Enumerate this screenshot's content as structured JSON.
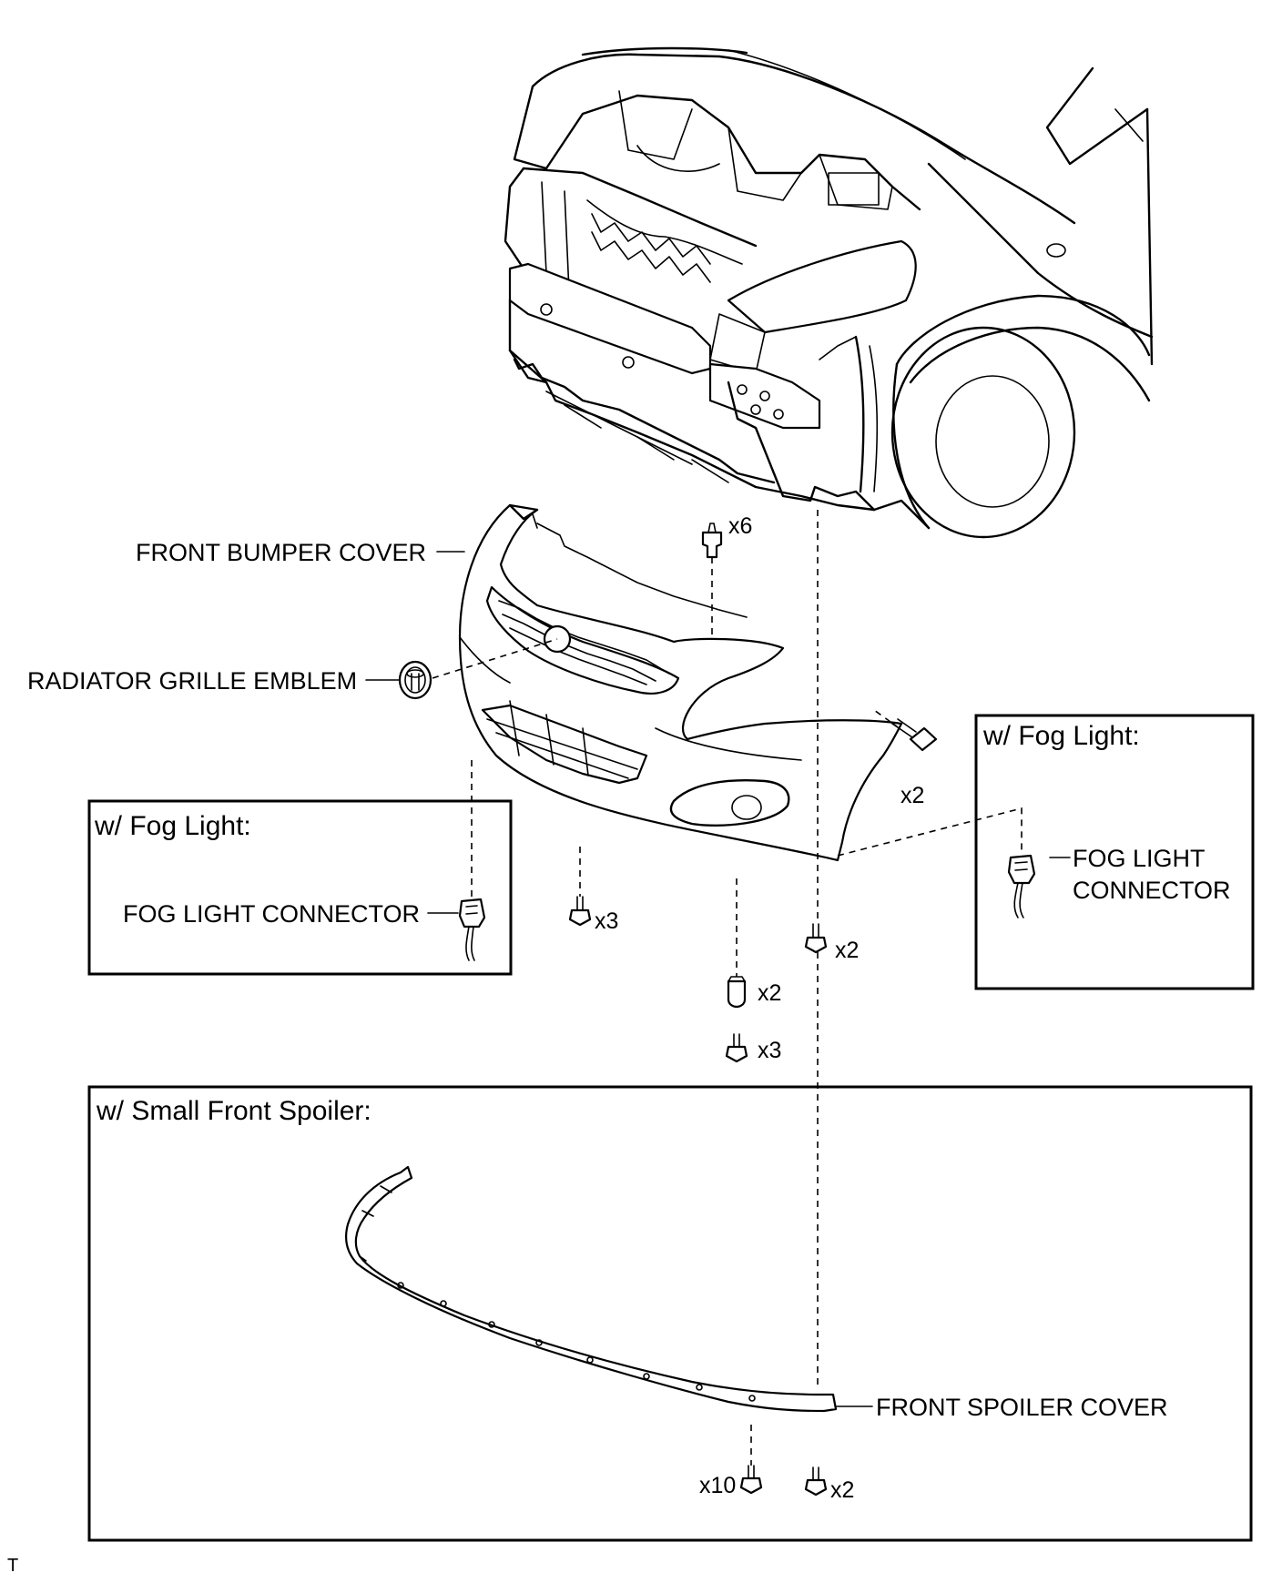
{
  "labels": {
    "front_bumper_cover": "FRONT BUMPER COVER",
    "radiator_grille_emblem": "RADIATOR GRILLE EMBLEM",
    "fog_light_connector_left": "FOG LIGHT CONNECTOR",
    "fog_light_connector_right_line1": "FOG LIGHT",
    "fog_light_connector_right_line2": "CONNECTOR",
    "front_spoiler_cover": "FRONT SPOILER COVER"
  },
  "boxes": {
    "fog_left_title": "w/ Fog Light:",
    "fog_right_title": "w/ Fog Light:",
    "spoiler_title": "w/ Small Front Spoiler:"
  },
  "quantities": {
    "clip_top": "x6",
    "screw_side": "x2",
    "screw_lower_left": "x3",
    "screw_lower_right": "x2",
    "clip_center": "x2",
    "screw_center": "x3",
    "spoiler_screws": "x10",
    "spoiler_screws_right": "x2"
  },
  "corner_mark": "T"
}
